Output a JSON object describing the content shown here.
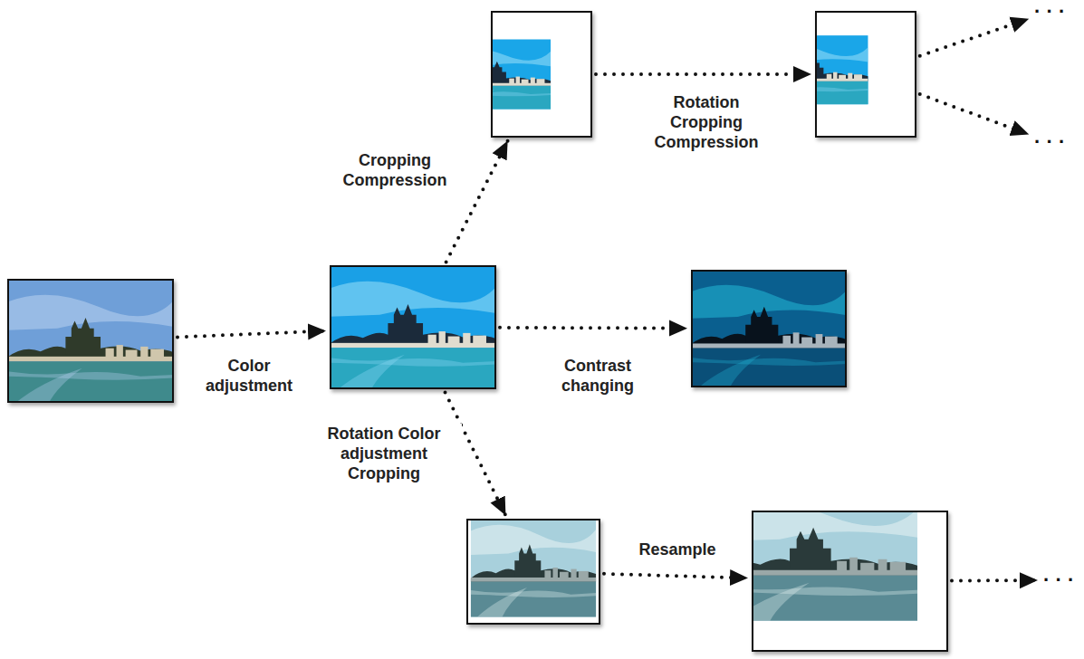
{
  "diagram": {
    "nodes": [
      {
        "text": []
      },
      {
        "text": []
      },
      {
        "text": []
      },
      {
        "text": []
      },
      {
        "text": [
          "· · ·"
        ]
      },
      {
        "text": [
          "· · ·"
        ]
      },
      {
        "text": []
      },
      {
        "text": []
      },
      {
        "text": []
      },
      {
        "text": [
          "· · ·"
        ]
      }
    ],
    "edges": [
      {
        "from": 0,
        "to": 1,
        "label": "Color adjustment",
        "arrow": "to"
      },
      {
        "from": 1,
        "to": 2,
        "label": "Cropping Compression",
        "arrow": "to"
      },
      {
        "from": 1,
        "to": 6,
        "label": "Contrast changing",
        "arrow": "to"
      },
      {
        "from": 1,
        "to": 7,
        "label": "Rotation Color adjustment Cropping",
        "arrow": "to"
      },
      {
        "from": 2,
        "to": 3,
        "label": "Rotation Cropping Compression",
        "arrow": "to"
      },
      {
        "from": 3,
        "to": 4,
        "arrow": "to"
      },
      {
        "from": 3,
        "to": 5,
        "arrow": "to"
      },
      {
        "from": 7,
        "to": 8,
        "label": "Resample",
        "arrow": "to"
      },
      {
        "from": 8,
        "to": 9,
        "arrow": "to"
      }
    ]
  }
}
